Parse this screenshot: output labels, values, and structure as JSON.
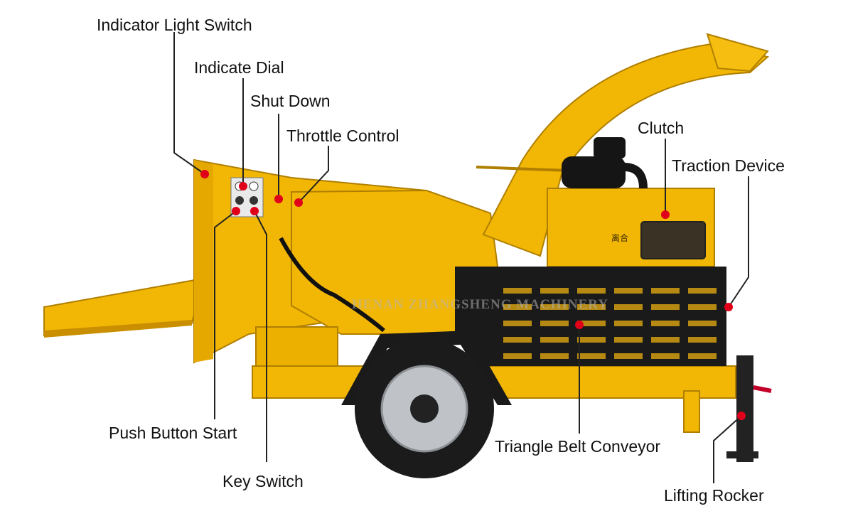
{
  "labels": {
    "indicator_light_switch": "Indicator Light Switch",
    "indicate_dial": "Indicate Dial",
    "shut_down": "Shut Down",
    "throttle_control": "Throttle Control",
    "clutch": "Clutch",
    "traction_device": "Traction Device",
    "push_button_start": "Push Button Start",
    "key_switch": "Key Switch",
    "triangle_belt_conveyor": "Triangle Belt Conveyor",
    "lifting_rocker": "Lifting Rocker"
  },
  "watermark": "HENAN ZHANGSHENG MACHINERY",
  "panel_text": "离合",
  "colors": {
    "machine_yellow": "#F2B705",
    "machine_shade": "#C98F00",
    "cage_black": "#1A1A1A",
    "marker_red": "#E0001A",
    "leader_line": "#222222"
  }
}
